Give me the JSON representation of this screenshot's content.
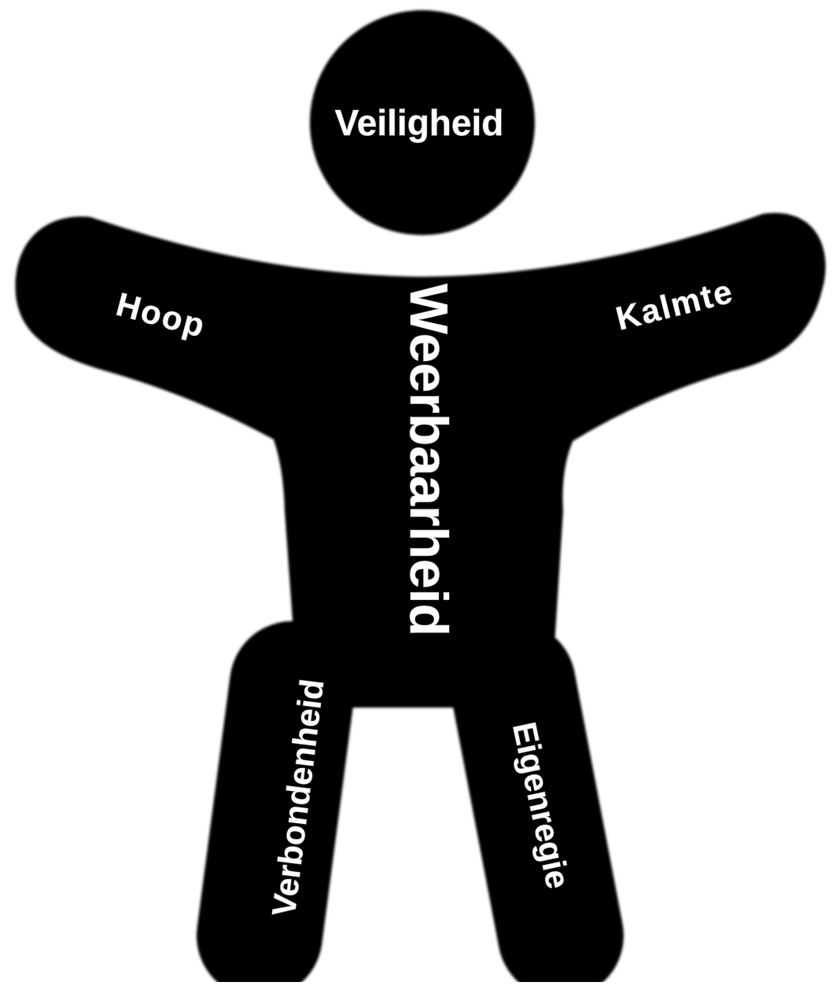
{
  "figure": {
    "body_color": "#000000",
    "label_color": "#ffffff",
    "labels": {
      "head": "Veiligheid",
      "left_arm": "Hoop",
      "right_arm": "Kalmte",
      "torso": "Weerbaarheid",
      "left_leg": "Verbondenheid",
      "right_leg": "Eigenregie"
    }
  }
}
